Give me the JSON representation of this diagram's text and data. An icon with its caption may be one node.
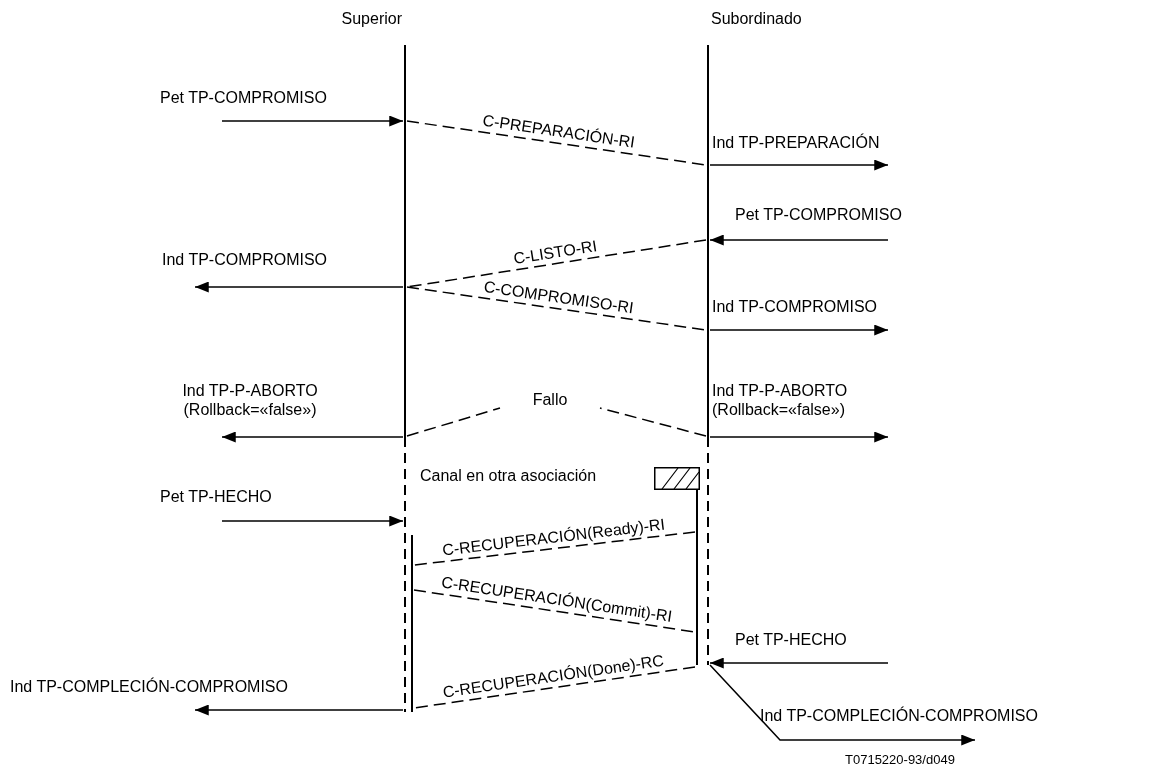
{
  "diagram": {
    "nodes": [
      {
        "text": [
          "Superior"
        ]
      },
      {
        "text": [
          "Subordinado"
        ]
      },
      {
        "text": [
          "Fallo"
        ]
      },
      {
        "text": [],
        "shape": "bar"
      },
      {
        "text": [],
        "shape": "bar"
      }
    ],
    "edges": [
      {
        "from": null,
        "to": 0,
        "arrow": "to",
        "label": "Pet TP-COMPROMISO"
      },
      {
        "from": 0,
        "to": 1,
        "arrow": "none",
        "style": "dashed",
        "label": "C-PREPARACIÓN-RI"
      },
      {
        "from": 1,
        "to": null,
        "arrow": "to",
        "label": "Ind TP-PREPARACIÓN"
      },
      {
        "from": null,
        "to": 1,
        "arrow": "to",
        "label": "Pet TP-COMPROMISO"
      },
      {
        "from": 1,
        "to": 0,
        "arrow": "none",
        "style": "dashed",
        "label": "C-LISTO-RI"
      },
      {
        "from": 0,
        "to": null,
        "arrow": "to",
        "label": "Ind TP-COMPROMISO"
      },
      {
        "from": 0,
        "to": 1,
        "arrow": "none",
        "style": "dashed",
        "label": "C-COMPROMISO-RI"
      },
      {
        "from": 1,
        "to": null,
        "arrow": "to",
        "label": "Ind TP-COMPROMISO"
      },
      {
        "from": 0,
        "to": null,
        "arrow": "to",
        "label": "Ind TP-P-ABORTO (Rollback=«false»)"
      },
      {
        "from": 1,
        "to": null,
        "arrow": "to",
        "label": "Ind TP-P-ABORTO (Rollback=«false»)"
      },
      {
        "from": 0,
        "to": 2,
        "arrow": "none",
        "style": "dashed"
      },
      {
        "from": 1,
        "to": 2,
        "arrow": "none",
        "style": "dashed"
      },
      {
        "from": null,
        "to": 0,
        "arrow": "to",
        "label": "Pet TP-HECHO"
      },
      {
        "from": 4,
        "to": 3,
        "arrow": "none",
        "style": "dashed",
        "label": "C-RECUPERACIÓN(Ready)-RI"
      },
      {
        "from": 3,
        "to": 4,
        "arrow": "none",
        "style": "dashed",
        "label": "C-RECUPERACIÓN(Commit)-RI"
      },
      {
        "from": null,
        "to": 1,
        "arrow": "to",
        "label": "Pet TP-HECHO"
      },
      {
        "from": 4,
        "to": 3,
        "arrow": "none",
        "style": "dashed",
        "label": "C-RECUPERACIÓN(Done)-RC"
      },
      {
        "from": 0,
        "to": null,
        "arrow": "to",
        "label": "Ind TP-COMPLECIÓN-COMPROMISO"
      },
      {
        "from": 1,
        "to": null,
        "arrow": "to",
        "label": "Ind TP-COMPLECIÓN-COMPROMISO"
      }
    ],
    "labels": [
      "T0715220-93/d049"
    ],
    "legend": [
      {
        "text": "Canal en otra asociación"
      }
    ]
  }
}
